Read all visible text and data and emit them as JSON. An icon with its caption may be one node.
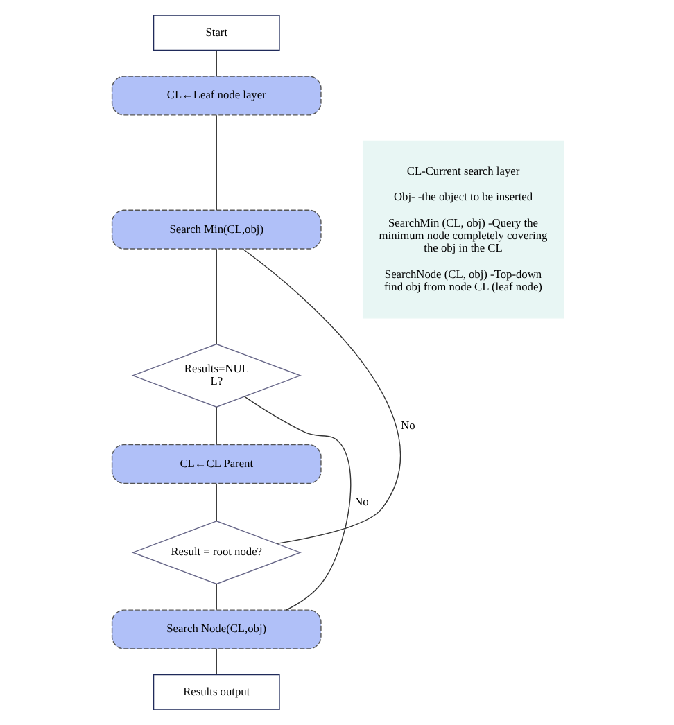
{
  "diagram": {
    "nodes": [
      {
        "text": [
          "Start"
        ]
      },
      {
        "text": [
          "CL←Leaf node layer"
        ]
      },
      {
        "text": [
          "Search Min(CL,obj)"
        ]
      },
      {
        "text": [
          "Results=NUL L?"
        ]
      },
      {
        "text": [
          "CL←CL Parent"
        ]
      },
      {
        "text": [
          "Result = root node?"
        ]
      },
      {
        "text": [
          "Search Node(CL,obj)"
        ]
      },
      {
        "text": [
          "Results output"
        ]
      },
      {
        "text": [
          "CL-Current search layer",
          "Obj- -the object to be inserted",
          "SearchMin (CL, obj) -Query the minimum node completely covering the obj in the CL",
          "SearchNode (CL, obj) -Top-down find obj from node CL (leaf node)"
        ]
      }
    ],
    "edges": [
      {
        "from": 0,
        "to": 1,
        "arrow": "none"
      },
      {
        "from": 1,
        "to": 2,
        "arrow": "none"
      },
      {
        "from": 2,
        "to": 3,
        "arrow": "none"
      },
      {
        "from": 3,
        "to": 4,
        "arrow": "none"
      },
      {
        "from": 4,
        "to": 5,
        "arrow": "none"
      },
      {
        "from": 5,
        "to": 6,
        "arrow": "none"
      },
      {
        "from": 6,
        "to": 7,
        "arrow": "none"
      },
      {
        "from": 3,
        "to": 6,
        "arrow": "none",
        "label": "No"
      },
      {
        "from": 5,
        "to": 2,
        "arrow": "none",
        "label": "No"
      }
    ]
  }
}
